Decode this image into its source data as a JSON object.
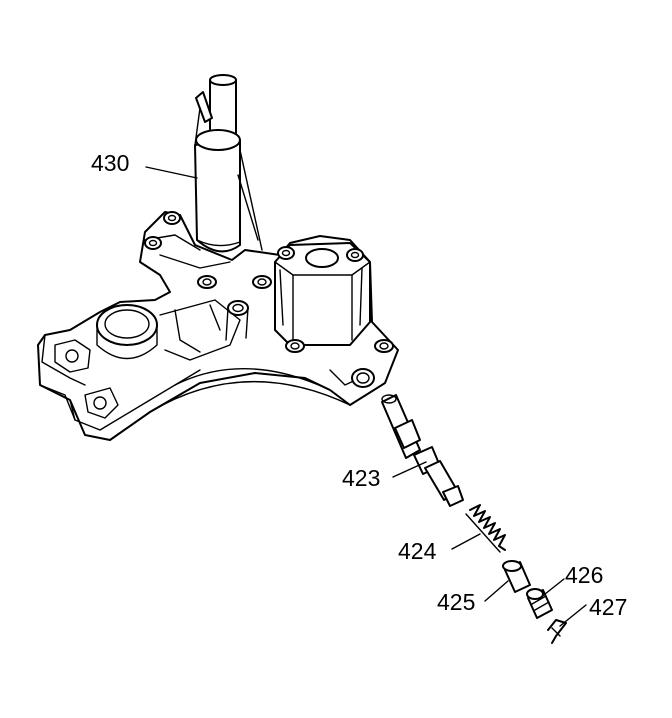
{
  "callouts": {
    "c430": "430",
    "c423": "423",
    "c424": "424",
    "c425": "425",
    "c426": "426",
    "c427": "427"
  }
}
